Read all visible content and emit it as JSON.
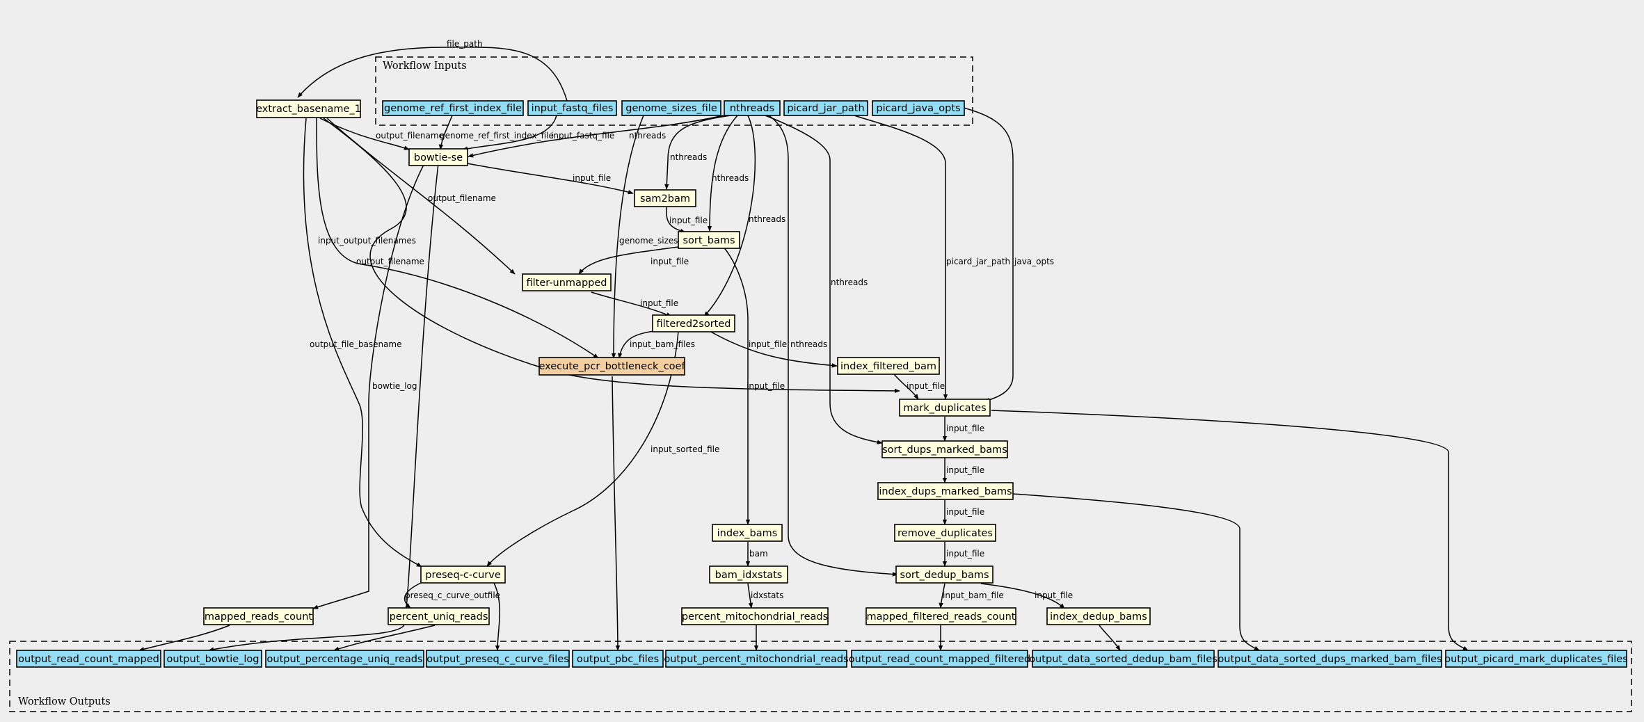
{
  "clusters": {
    "inputs_label": "Workflow Inputs",
    "outputs_label": "Workflow Outputs"
  },
  "colors": {
    "background": "#eeeeee",
    "input_fill": "#94ddf4",
    "step_fill": "#ffffe0",
    "highlight_fill": "#f3cea1",
    "output_fill": "#94ddf4",
    "stroke": "#000000"
  },
  "nodes": [
    {
      "id": "genome_ref_first_index_file",
      "label": "genome_ref_first_index_file",
      "kind": "input"
    },
    {
      "id": "input_fastq_files",
      "label": "input_fastq_files",
      "kind": "input"
    },
    {
      "id": "genome_sizes_file",
      "label": "genome_sizes_file",
      "kind": "input"
    },
    {
      "id": "nthreads",
      "label": "nthreads",
      "kind": "input"
    },
    {
      "id": "picard_jar_path",
      "label": "picard_jar_path",
      "kind": "input"
    },
    {
      "id": "picard_java_opts",
      "label": "picard_java_opts",
      "kind": "input"
    },
    {
      "id": "extract_basename_1",
      "label": "extract_basename_1",
      "kind": "step"
    },
    {
      "id": "bowtie_se",
      "label": "bowtie-se",
      "kind": "step"
    },
    {
      "id": "sam2bam",
      "label": "sam2bam",
      "kind": "step"
    },
    {
      "id": "sort_bams",
      "label": "sort_bams",
      "kind": "step"
    },
    {
      "id": "filter_unmapped",
      "label": "filter-unmapped",
      "kind": "step"
    },
    {
      "id": "filtered2sorted",
      "label": "filtered2sorted",
      "kind": "step"
    },
    {
      "id": "execute_pcr_bottleneck_coef",
      "label": "execute_pcr_bottleneck_coef",
      "kind": "highlight"
    },
    {
      "id": "index_filtered_bam",
      "label": "index_filtered_bam",
      "kind": "step"
    },
    {
      "id": "mark_duplicates",
      "label": "mark_duplicates",
      "kind": "step"
    },
    {
      "id": "sort_dups_marked_bams",
      "label": "sort_dups_marked_bams",
      "kind": "step"
    },
    {
      "id": "index_dups_marked_bams",
      "label": "index_dups_marked_bams",
      "kind": "step"
    },
    {
      "id": "remove_duplicates",
      "label": "remove_duplicates",
      "kind": "step"
    },
    {
      "id": "sort_dedup_bams",
      "label": "sort_dedup_bams",
      "kind": "step"
    },
    {
      "id": "index_dedup_bams",
      "label": "index_dedup_bams",
      "kind": "step"
    },
    {
      "id": "mapped_filtered_reads_count",
      "label": "mapped_filtered_reads_count",
      "kind": "step"
    },
    {
      "id": "index_bams",
      "label": "index_bams",
      "kind": "step"
    },
    {
      "id": "bam_idxstats",
      "label": "bam_idxstats",
      "kind": "step"
    },
    {
      "id": "percent_mitochondrial_reads",
      "label": "percent_mitochondrial_reads",
      "kind": "step"
    },
    {
      "id": "preseq_c_curve",
      "label": "preseq-c-curve",
      "kind": "step"
    },
    {
      "id": "percent_uniq_reads",
      "label": "percent_uniq_reads",
      "kind": "step"
    },
    {
      "id": "mapped_reads_count",
      "label": "mapped_reads_count",
      "kind": "step"
    },
    {
      "id": "output_read_count_mapped",
      "label": "output_read_count_mapped",
      "kind": "output"
    },
    {
      "id": "output_bowtie_log",
      "label": "output_bowtie_log",
      "kind": "output"
    },
    {
      "id": "output_percentage_uniq_reads",
      "label": "output_percentage_uniq_reads",
      "kind": "output"
    },
    {
      "id": "output_preseq_c_curve_files",
      "label": "output_preseq_c_curve_files",
      "kind": "output"
    },
    {
      "id": "output_pbc_files",
      "label": "output_pbc_files",
      "kind": "output"
    },
    {
      "id": "output_percent_mitochondrial_reads",
      "label": "output_percent_mitochondrial_reads",
      "kind": "output"
    },
    {
      "id": "output_read_count_mapped_filtered",
      "label": "output_read_count_mapped_filtered",
      "kind": "output"
    },
    {
      "id": "output_data_sorted_dedup_bam_files",
      "label": "output_data_sorted_dedup_bam_files",
      "kind": "output"
    },
    {
      "id": "output_data_sorted_dups_marked_bam_files",
      "label": "output_data_sorted_dups_marked_bam_files",
      "kind": "output"
    },
    {
      "id": "output_picard_mark_duplicates_files",
      "label": "output_picard_mark_duplicates_files",
      "kind": "output"
    }
  ],
  "edges": [
    {
      "id": "e1",
      "label": "file_path"
    },
    {
      "id": "e2",
      "label": "genome_ref_first_index_file"
    },
    {
      "id": "e3",
      "label": "input_fastq_file"
    },
    {
      "id": "e4",
      "label": "nthreads"
    },
    {
      "id": "e5",
      "label": "output_filename"
    },
    {
      "id": "e6",
      "label": "input_file"
    },
    {
      "id": "e7",
      "label": "nthreads"
    },
    {
      "id": "e8",
      "label": "input_file"
    },
    {
      "id": "e9",
      "label": "nthreads"
    },
    {
      "id": "e10",
      "label": "input_file"
    },
    {
      "id": "e11",
      "label": "output_filename"
    },
    {
      "id": "e12",
      "label": "input_file"
    },
    {
      "id": "e13",
      "label": "nthreads"
    },
    {
      "id": "e14",
      "label": "input_bam_files"
    },
    {
      "id": "e15",
      "label": "input_output_filenames"
    },
    {
      "id": "e16",
      "label": "genome_sizes"
    },
    {
      "id": "e17",
      "label": "input_file"
    },
    {
      "id": "e18",
      "label": "input_file"
    },
    {
      "id": "e19",
      "label": "picard_jar_path"
    },
    {
      "id": "e20",
      "label": "java_opts"
    },
    {
      "id": "e21",
      "label": "output_filename"
    },
    {
      "id": "e22",
      "label": "input_file"
    },
    {
      "id": "e23",
      "label": "nthreads"
    },
    {
      "id": "e24",
      "label": "input_file"
    },
    {
      "id": "e25",
      "label": "input_file"
    },
    {
      "id": "e26",
      "label": "input_file"
    },
    {
      "id": "e27",
      "label": "input_file"
    },
    {
      "id": "e28",
      "label": "input_bam_file"
    },
    {
      "id": "e29",
      "label": "input_file"
    },
    {
      "id": "e30",
      "label": "bam"
    },
    {
      "id": "e31",
      "label": "idxstats"
    },
    {
      "id": "e32",
      "label": "input_sorted_file"
    },
    {
      "id": "e33",
      "label": "output_file_basename"
    },
    {
      "id": "e34",
      "label": "preseq_c_curve_outfile"
    },
    {
      "id": "e35",
      "label": "bowtie_log"
    },
    {
      "id": "e36",
      "label": ""
    },
    {
      "id": "e37",
      "label": ""
    },
    {
      "id": "e38",
      "label": ""
    },
    {
      "id": "e39",
      "label": ""
    },
    {
      "id": "e40",
      "label": ""
    },
    {
      "id": "e41",
      "label": ""
    },
    {
      "id": "e42",
      "label": ""
    },
    {
      "id": "e43",
      "label": ""
    },
    {
      "id": "e44",
      "label": ""
    },
    {
      "id": "e45",
      "label": ""
    },
    {
      "id": "e46",
      "label": ""
    },
    {
      "id": "e47",
      "label": ""
    },
    {
      "id": "e48",
      "label": ""
    }
  ]
}
